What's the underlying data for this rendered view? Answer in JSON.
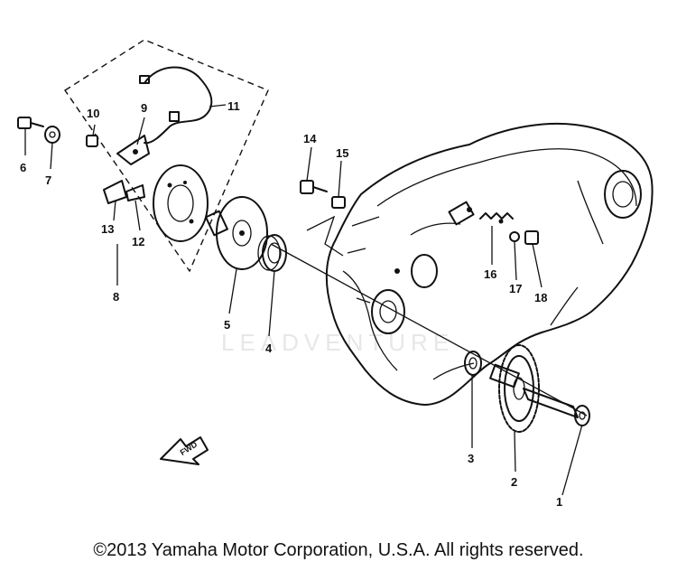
{
  "diagram": {
    "callouts": [
      {
        "id": "c1",
        "label": "1"
      },
      {
        "id": "c2",
        "label": "2"
      },
      {
        "id": "c3",
        "label": "3"
      },
      {
        "id": "c4",
        "label": "4"
      },
      {
        "id": "c5",
        "label": "5"
      },
      {
        "id": "c6",
        "label": "6"
      },
      {
        "id": "c7",
        "label": "7"
      },
      {
        "id": "c8",
        "label": "8"
      },
      {
        "id": "c9",
        "label": "9"
      },
      {
        "id": "c10",
        "label": "10"
      },
      {
        "id": "c11",
        "label": "11"
      },
      {
        "id": "c12",
        "label": "12"
      },
      {
        "id": "c13",
        "label": "13"
      },
      {
        "id": "c14",
        "label": "14"
      },
      {
        "id": "c15",
        "label": "15"
      },
      {
        "id": "c16",
        "label": "16"
      },
      {
        "id": "c17",
        "label": "17"
      },
      {
        "id": "c18",
        "label": "18"
      }
    ],
    "direction_arrow_label": "FWD",
    "watermark_text": "LEADVENTURE"
  },
  "footer": {
    "copyright": "©2013 Yamaha Motor Corporation, U.S.A. All rights reserved."
  }
}
